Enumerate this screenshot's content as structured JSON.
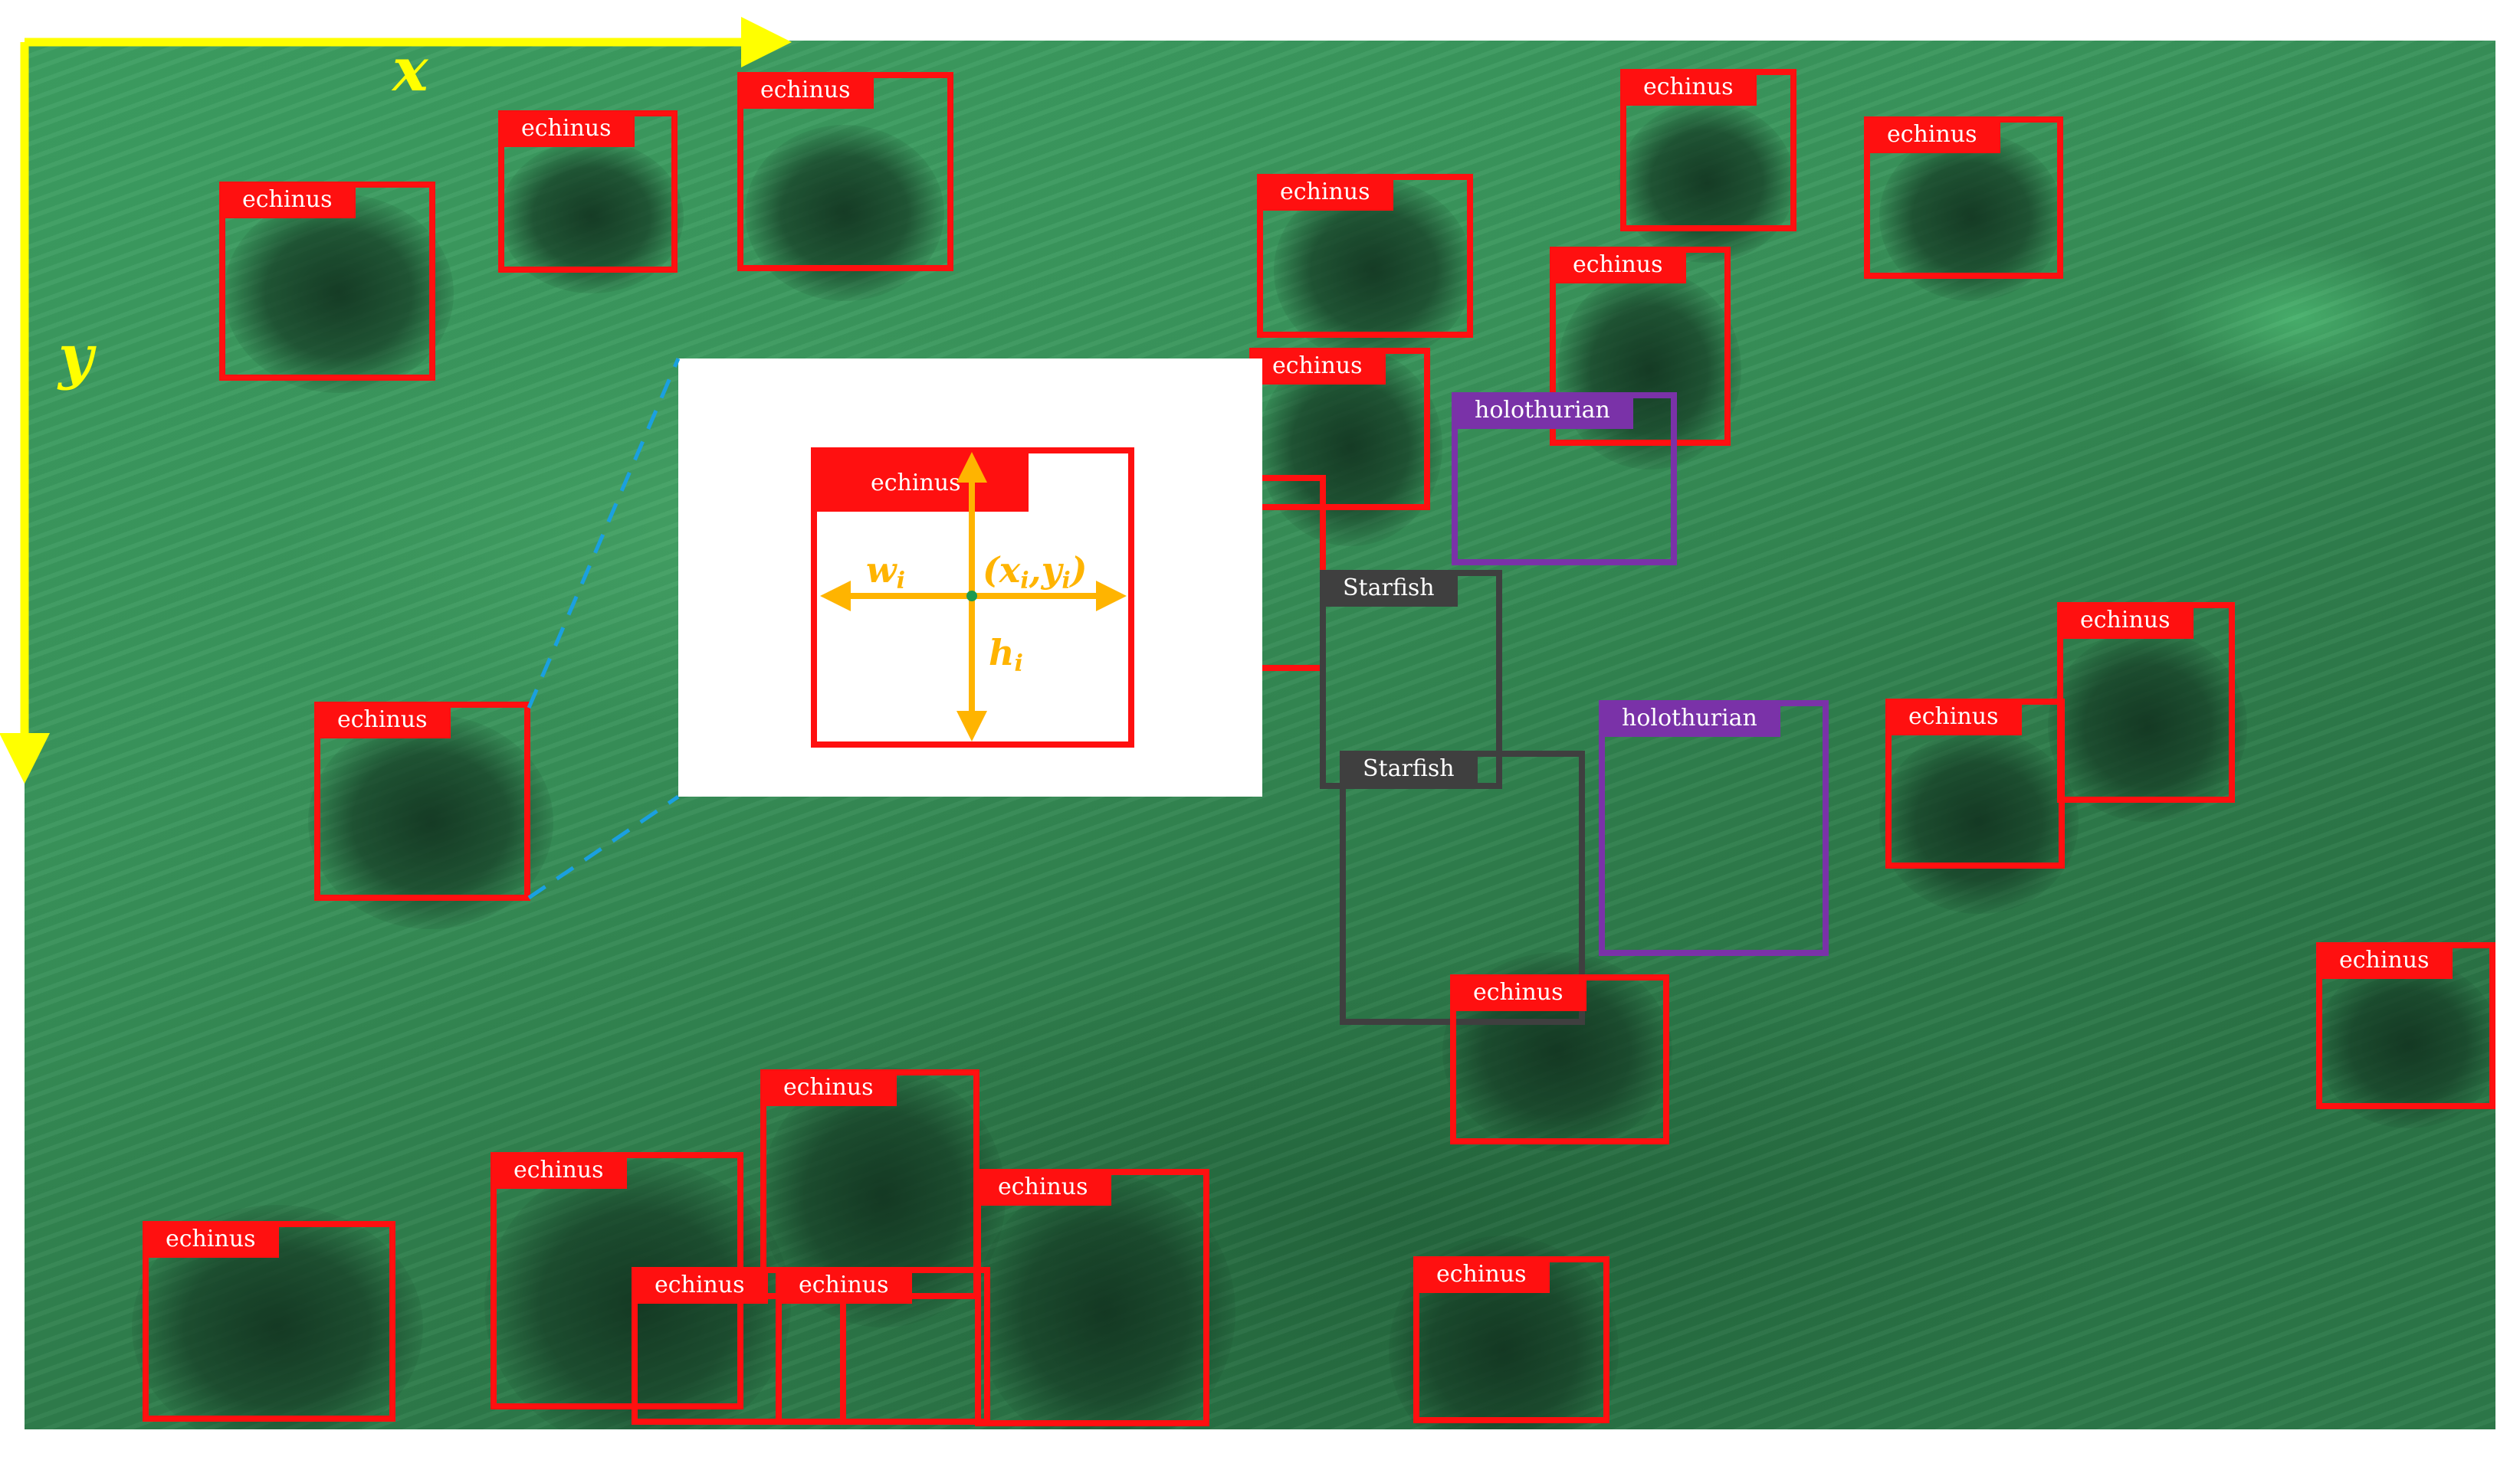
{
  "axes": {
    "x_label": "x",
    "y_label": "y",
    "axis_color": "#ffff00"
  },
  "class_colors": {
    "echinus": "#ff1010",
    "holothurian": "#7a32a8",
    "Starfish": "#3f3f3f"
  },
  "detections": [
    {
      "label": "echinus",
      "class": "echinus"
    },
    {
      "label": "echinus",
      "class": "echinus"
    },
    {
      "label": "echinus",
      "class": "echinus"
    },
    {
      "label": "echinus",
      "class": "echinus"
    },
    {
      "label": "echinus",
      "class": "echinus"
    },
    {
      "label": "echinus",
      "class": "echinus"
    },
    {
      "label": "echinus",
      "class": "echinus"
    },
    {
      "label": "echinus",
      "class": "echinus"
    },
    {
      "label": "echinus",
      "class": "echinus"
    },
    {
      "label": "holothurian",
      "class": "holothurian"
    },
    {
      "label": "Starfish",
      "class": "Starfish"
    },
    {
      "label": "Starfish",
      "class": "Starfish"
    },
    {
      "label": "holothurian",
      "class": "holothurian"
    },
    {
      "label": "echinus",
      "class": "echinus"
    },
    {
      "label": "echinus",
      "class": "echinus"
    },
    {
      "label": "echinus",
      "class": "echinus"
    },
    {
      "label": "echinus",
      "class": "echinus"
    },
    {
      "label": "echinus",
      "class": "echinus"
    },
    {
      "label": "echinus",
      "class": "echinus"
    },
    {
      "label": "echinus",
      "class": "echinus"
    },
    {
      "label": "echinus",
      "class": "echinus"
    },
    {
      "label": "echinus",
      "class": "echinus"
    },
    {
      "label": "echinus",
      "class": "echinus"
    },
    {
      "label": "echinus",
      "class": "echinus"
    }
  ],
  "inset": {
    "box_label": "echinus",
    "width_label": "w",
    "width_subscript": "i",
    "height_label": "h",
    "height_subscript": "i",
    "center_label": "(x",
    "center_sub_1": "i",
    "center_sep": ",y",
    "center_sub_2": "i",
    "center_close": ")",
    "arrow_color": "#ffb400",
    "center_dot_color": "#1a9a50",
    "connector_color": "#1aa0e0"
  }
}
